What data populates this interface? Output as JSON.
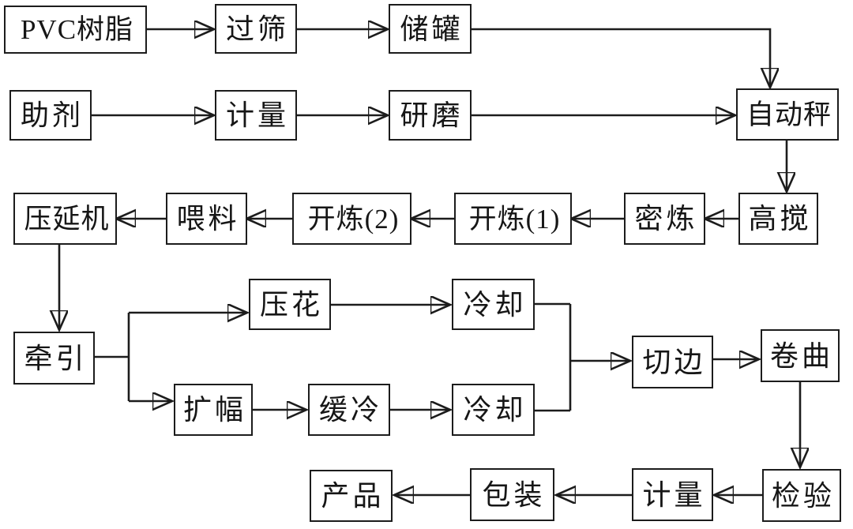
{
  "diagram": {
    "type": "flowchart",
    "background_color": "#ffffff",
    "line_color": "#1c1c1c",
    "box_fill": "#ffffff",
    "box_border_color": "#1c1c1c",
    "nodes": [
      {
        "id": "pvc-resin",
        "label": "PVC树脂"
      },
      {
        "id": "sieving",
        "label": "过筛"
      },
      {
        "id": "storage-tank",
        "label": "储罐"
      },
      {
        "id": "additives",
        "label": "助剂"
      },
      {
        "id": "metering-1",
        "label": "计量"
      },
      {
        "id": "grinding",
        "label": "研磨"
      },
      {
        "id": "auto-scale",
        "label": "自动秤"
      },
      {
        "id": "calender",
        "label": "压延机"
      },
      {
        "id": "feeding",
        "label": "喂料"
      },
      {
        "id": "open-mill-2",
        "label": "开炼(2)"
      },
      {
        "id": "open-mill-1",
        "label": "开炼(1)"
      },
      {
        "id": "internal-mixer",
        "label": "密炼"
      },
      {
        "id": "high-speed-mixer",
        "label": "高搅"
      },
      {
        "id": "traction",
        "label": "牵引"
      },
      {
        "id": "embossing",
        "label": "压花"
      },
      {
        "id": "cooling-top",
        "label": "冷却"
      },
      {
        "id": "widening",
        "label": "扩幅"
      },
      {
        "id": "slow-cooling",
        "label": "缓冷"
      },
      {
        "id": "cooling-bottom",
        "label": "冷却"
      },
      {
        "id": "trimming",
        "label": "切边"
      },
      {
        "id": "winding",
        "label": "卷曲"
      },
      {
        "id": "inspection",
        "label": "检验"
      },
      {
        "id": "metering-2",
        "label": "计量"
      },
      {
        "id": "packaging",
        "label": "包装"
      },
      {
        "id": "product",
        "label": "产品"
      }
    ],
    "edges": [
      {
        "from": "pvc-resin",
        "to": "sieving"
      },
      {
        "from": "sieving",
        "to": "storage-tank"
      },
      {
        "from": "storage-tank",
        "to": "auto-scale"
      },
      {
        "from": "additives",
        "to": "metering-1"
      },
      {
        "from": "metering-1",
        "to": "grinding"
      },
      {
        "from": "grinding",
        "to": "auto-scale"
      },
      {
        "from": "auto-scale",
        "to": "high-speed-mixer"
      },
      {
        "from": "high-speed-mixer",
        "to": "internal-mixer"
      },
      {
        "from": "internal-mixer",
        "to": "open-mill-1"
      },
      {
        "from": "open-mill-1",
        "to": "open-mill-2"
      },
      {
        "from": "open-mill-2",
        "to": "feeding"
      },
      {
        "from": "feeding",
        "to": "calender"
      },
      {
        "from": "calender",
        "to": "traction"
      },
      {
        "from": "traction",
        "to": "embossing"
      },
      {
        "from": "traction",
        "to": "widening"
      },
      {
        "from": "embossing",
        "to": "cooling-top"
      },
      {
        "from": "widening",
        "to": "slow-cooling"
      },
      {
        "from": "slow-cooling",
        "to": "cooling-bottom"
      },
      {
        "from": "cooling-top",
        "to": "trimming"
      },
      {
        "from": "cooling-bottom",
        "to": "trimming"
      },
      {
        "from": "trimming",
        "to": "winding"
      },
      {
        "from": "winding",
        "to": "inspection"
      },
      {
        "from": "inspection",
        "to": "metering-2"
      },
      {
        "from": "metering-2",
        "to": "packaging"
      },
      {
        "from": "packaging",
        "to": "product"
      }
    ]
  }
}
